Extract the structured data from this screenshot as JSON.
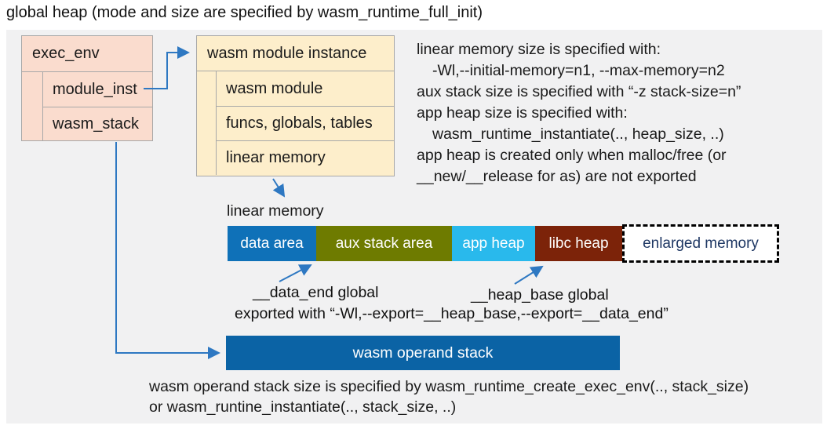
{
  "title": "global heap (mode and size are specified by wasm_runtime_full_init)",
  "exec_env": {
    "title": "exec_env",
    "rows": [
      {
        "label": "module_inst"
      },
      {
        "label": "wasm_stack"
      }
    ]
  },
  "module_instance": {
    "title": "wasm module instance",
    "rows": [
      {
        "label": "wasm module"
      },
      {
        "label": "funcs, globals, tables"
      },
      {
        "label": "linear memory"
      }
    ]
  },
  "notes_right": {
    "lines": [
      "linear memory size is specified with:",
      "-Wl,--initial-memory=n1, --max-memory=n2",
      "aux stack size is specified with “-z stack-size=n”",
      "app heap size is specified with:",
      "wasm_runtime_instantiate(.., heap_size, ..)",
      "app heap is created only when malloc/free (or",
      "__new/__release for as) are not exported"
    ]
  },
  "linear_memory": {
    "label": "linear memory",
    "segments": [
      {
        "label": "data area",
        "color": "#0f71b8"
      },
      {
        "label": "aux stack area",
        "color": "#6e7b00"
      },
      {
        "label": "app heap",
        "color": "#29b9ec"
      },
      {
        "label": "libc heap",
        "color": "#7c2309"
      },
      {
        "label": "enlarged memory",
        "color": "#ffffff",
        "text_color": "#1f3864",
        "dashed": true
      }
    ],
    "annotations": {
      "data_end": "__data_end global",
      "heap_base": "__heap_base global",
      "exported": "exported with “-Wl,--export=__heap_base,--export=__data_end”"
    }
  },
  "operand_stack": {
    "label": "wasm operand stack",
    "color": "#0b63a5",
    "note_line1": "wasm operand stack size is specified by wasm_runtime_create_exec_env(.., stack_size)",
    "note_line2": "or wasm_runtine_instantiate(.., stack_size, ..)"
  },
  "colors": {
    "arrow": "#2e78c2",
    "panel_bg": "#f1f1f2",
    "exec_env_fill": "#fadcce",
    "instance_fill": "#fdeecb",
    "box_border": "#a8a8a8"
  }
}
